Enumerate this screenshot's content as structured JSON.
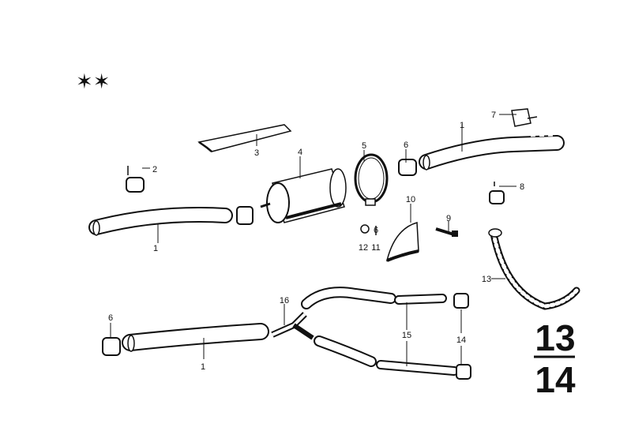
{
  "marks": "✶✶",
  "group": {
    "top": "13",
    "bottom": "14"
  },
  "callouts": [
    "1",
    "1",
    "1",
    "2",
    "3",
    "4",
    "5",
    "6",
    "6",
    "6",
    "7",
    "8",
    "9",
    "10",
    "11",
    "12",
    "13",
    "14",
    "15",
    "16"
  ]
}
